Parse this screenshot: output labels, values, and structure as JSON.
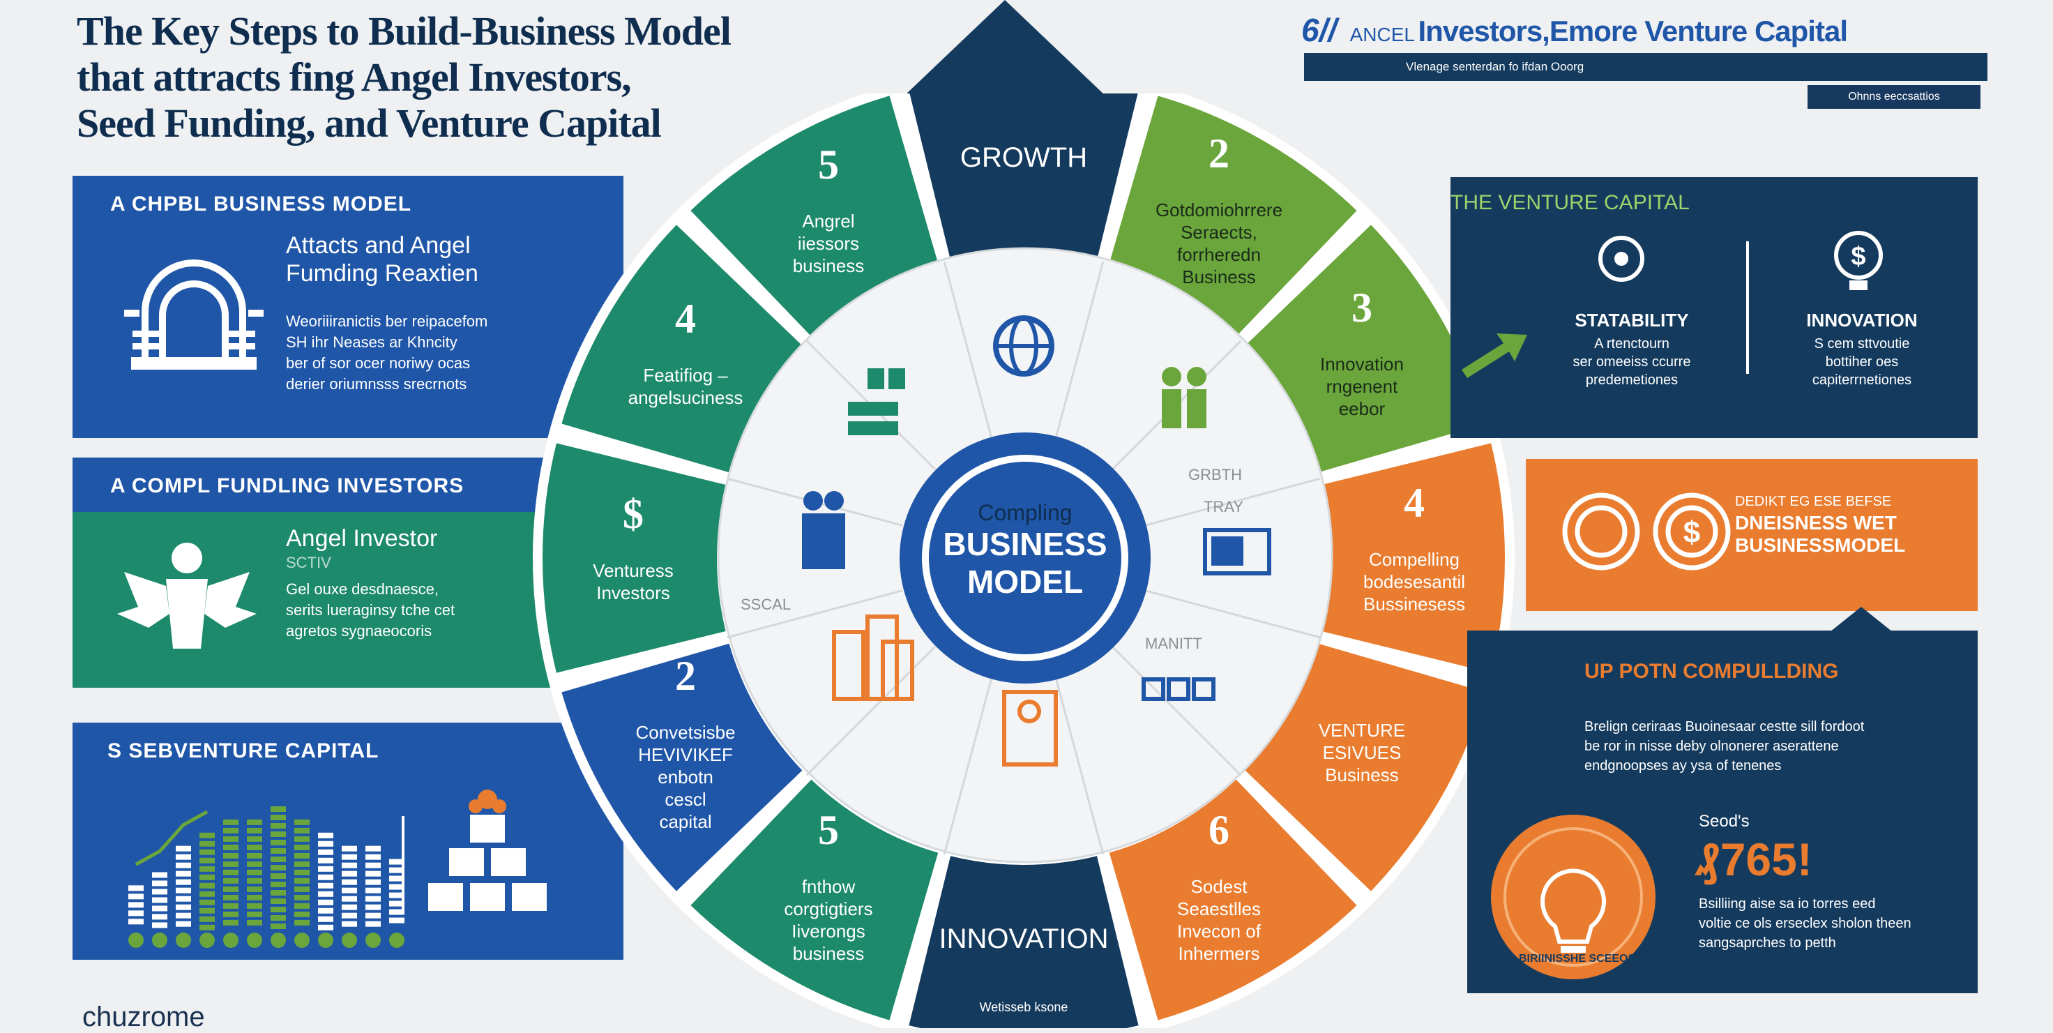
{
  "title": {
    "line1": "The Key Steps to Build-Business Model",
    "line2": "that attracts fing Angel Investors,",
    "line3": "Seed Funding, and Venture Capital"
  },
  "top_right": {
    "prefix": "6//",
    "ancel": "ANCEL",
    "heading": "Investors,Emore Venture Capital",
    "subtitle": "Vlenage senterdan fo ifdan Ooorg",
    "pill": "Ohnns eeccsattios"
  },
  "left_panels": [
    {
      "title": "A CHPBL BUSINESS MODEL",
      "subtitle": "Attacts and Angel Fumding Reaxtien",
      "body": [
        "Weoriiiranictis ber reipacefom",
        "SH ihr Neases ar Khncity",
        "ber of sor ocer noriwy ocas",
        "derier oriumnsss srecrnots"
      ]
    },
    {
      "title": "A COMPL FUNDLING INVESTORS",
      "subtitle": "Angel Investor",
      "tag": "SCTIV",
      "body": [
        "Gel ouxe desdnaesce,",
        "serits lueraginsy tche cet",
        "agretos sygnaeocoris"
      ]
    },
    {
      "title": "S SEBVENTURE CAPITAL"
    }
  ],
  "wheel": {
    "center": {
      "line1": "Compling",
      "line2": "BUSINESS",
      "line3": "MODEL"
    },
    "segments": [
      {
        "key": "growth",
        "label": "GROWTH"
      },
      {
        "key": "s2",
        "num": "2",
        "lines": [
          "Gotdomiohrrere",
          "Seraects,",
          "forrheredn",
          "Business"
        ]
      },
      {
        "key": "s3",
        "num": "3",
        "lines": [
          "Innovation",
          "rngenent",
          "eebor"
        ]
      },
      {
        "key": "s4o",
        "num": "4",
        "lines": [
          "Compelling",
          "bodesesantil",
          "Bussinesess"
        ]
      },
      {
        "key": "s5o",
        "lines": [
          "VENTURE",
          "ESIVUES",
          "Business"
        ]
      },
      {
        "key": "s6",
        "num": "6",
        "lines": [
          "Sodest",
          "Seaestlles",
          "Invecon of",
          "Inhermers"
        ]
      },
      {
        "key": "innovation",
        "label": "INNOVATION",
        "footer": "Wetisseb ksone"
      },
      {
        "key": "s5b",
        "num": "5",
        "lines": [
          "fnthow",
          "corgtigtiers",
          "Iiverongs",
          "business"
        ]
      },
      {
        "key": "s2b",
        "num": "2",
        "lines": [
          "Convetsisbe",
          "HEVIVIKEF",
          "enbotn",
          "cescl",
          "capital"
        ]
      },
      {
        "key": "s_dollar",
        "num": "$",
        "lines": [
          "Venturess",
          "Investors"
        ]
      },
      {
        "key": "s4",
        "num": "4",
        "lines": [
          "Featifiog –",
          "angelsuciness"
        ]
      },
      {
        "key": "s5",
        "num": "5",
        "lines": [
          "Angrel",
          "iiessors",
          "business"
        ]
      }
    ],
    "inner_labels": [
      "GRBTH",
      "TRAY",
      "MANITT",
      "SSCAL"
    ]
  },
  "right": {
    "venture_title": "THE VENTURE CAPITAL",
    "stability": {
      "title": "STATABILITY",
      "lines": [
        "A rtenctourn",
        "ser omeeiss ccurre",
        "predemetiones"
      ]
    },
    "innovation": {
      "title": "INNOVATION",
      "lines": [
        "S cem sttvoutie",
        "bottiher oes",
        "capiterrnetiones"
      ]
    },
    "orange_text": [
      "DEDIKT EG ESE BEFSE",
      "DNEISNESS WET",
      "BUSINESSMODEL"
    ],
    "up_title": "UP POTN COMPULLDING",
    "up_body": [
      "Brelign ceriraas Buoinesaar cestte sill fordoot",
      "be ror in nisse deby olnonerer aserattene",
      "endgnoopses ay ysa of tenenes"
    ],
    "stat_label": "Seod's",
    "stat_value": "₰765!",
    "stat_body": [
      "Bsilliing aise sa io torres eed",
      "voltie ce ols erseclex sholon theen",
      "sangsaprches to petth"
    ],
    "coin_text": "BIRIINISSHE SCEEOSID"
  },
  "watermark": "chuzrome",
  "colors": {
    "navy": "#143a5e",
    "blue": "#1f56a8",
    "teal": "#1d8a6b",
    "green": "#6aa63b",
    "orange": "#e97c2f",
    "light": "#f3f4f5"
  },
  "chart_data": {
    "type": "bar",
    "values": [
      3,
      4,
      6,
      7,
      8,
      8,
      9,
      8,
      7,
      6,
      6,
      5
    ]
  }
}
